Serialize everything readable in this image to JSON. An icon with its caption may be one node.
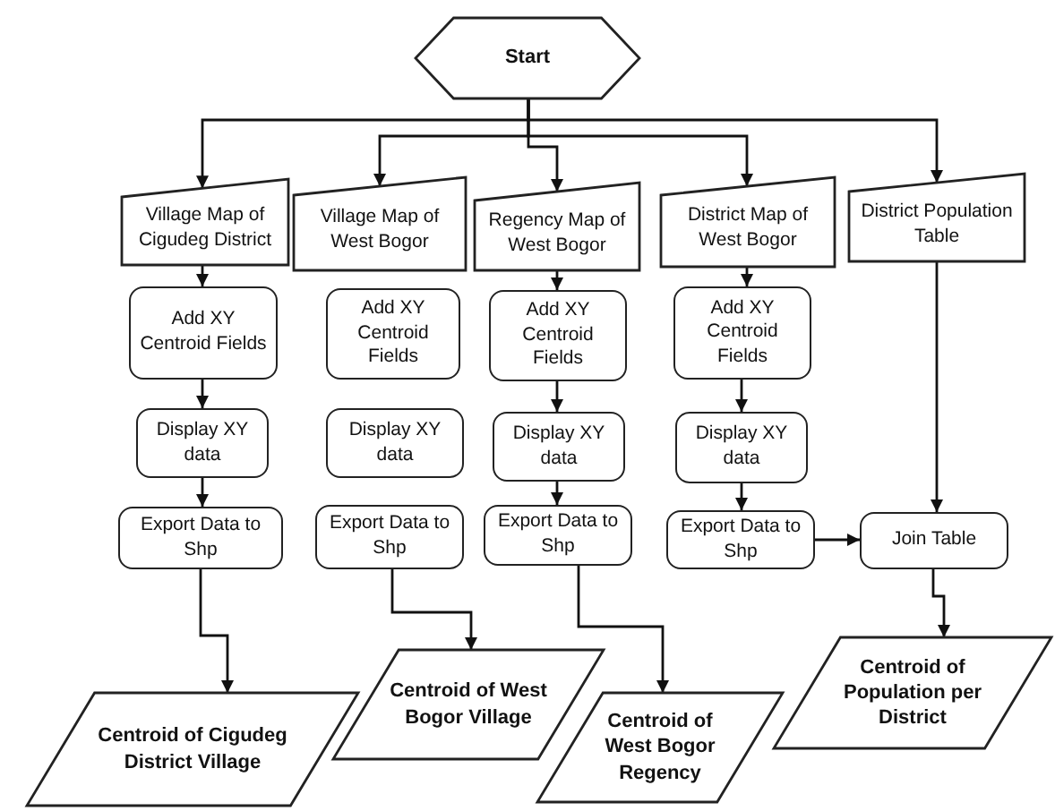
{
  "diagram": {
    "nodes": [
      {
        "text": [
          "Start"
        ]
      },
      {
        "text": [
          "Village Map of Cigudeg District"
        ]
      },
      {
        "text": [
          "Village Map of West Bogor"
        ]
      },
      {
        "text": [
          "Regency Map of West Bogor"
        ]
      },
      {
        "text": [
          "District Map of West Bogor"
        ]
      },
      {
        "text": [
          "District Population Table"
        ]
      },
      {
        "text": [
          "Add XY Centroid Fields"
        ]
      },
      {
        "text": [
          "Add XY Centroid Fields"
        ]
      },
      {
        "text": [
          "Add XY Centroid Fields"
        ]
      },
      {
        "text": [
          "Add XY Centroid Fields"
        ]
      },
      {
        "text": [
          "Display XY data"
        ]
      },
      {
        "text": [
          "Display XY data"
        ]
      },
      {
        "text": [
          "Display XY data"
        ]
      },
      {
        "text": [
          "Display XY data"
        ]
      },
      {
        "text": [
          "Export Data to Shp"
        ]
      },
      {
        "text": [
          "Export Data to Shp"
        ]
      },
      {
        "text": [
          "Export Data to Shp"
        ]
      },
      {
        "text": [
          "Export Data to Shp"
        ]
      },
      {
        "text": [
          "Join Table"
        ]
      },
      {
        "text": [
          "Centroid of Cigudeg District Village"
        ]
      },
      {
        "text": [
          "Centroid of West Bogor Village"
        ]
      },
      {
        "text": [
          "Centroid of West Bogor Regency"
        ]
      },
      {
        "text": [
          "Centroid of Population per District"
        ]
      }
    ],
    "edges": [
      {
        "from": 0,
        "to": 1,
        "arrow": "to"
      },
      {
        "from": 0,
        "to": 2,
        "arrow": "to"
      },
      {
        "from": 0,
        "to": 3,
        "arrow": "to"
      },
      {
        "from": 0,
        "to": 4,
        "arrow": "to"
      },
      {
        "from": 0,
        "to": 5,
        "arrow": "to"
      },
      {
        "from": 1,
        "to": 6,
        "arrow": "to"
      },
      {
        "from": 6,
        "to": 10,
        "arrow": "to"
      },
      {
        "from": 10,
        "to": 14,
        "arrow": "to"
      },
      {
        "from": 14,
        "to": 19,
        "arrow": "to"
      },
      {
        "from": 15,
        "to": 20,
        "arrow": "to"
      },
      {
        "from": 3,
        "to": 8,
        "arrow": "to"
      },
      {
        "from": 8,
        "to": 12,
        "arrow": "to"
      },
      {
        "from": 12,
        "to": 16,
        "arrow": "to"
      },
      {
        "from": 16,
        "to": 21,
        "arrow": "to"
      },
      {
        "from": 4,
        "to": 9,
        "arrow": "to"
      },
      {
        "from": 9,
        "to": 13,
        "arrow": "to"
      },
      {
        "from": 13,
        "to": 17,
        "arrow": "to"
      },
      {
        "from": 17,
        "to": 18,
        "arrow": "to"
      },
      {
        "from": 5,
        "to": 18,
        "arrow": "to"
      },
      {
        "from": 18,
        "to": 22,
        "arrow": "to"
      }
    ]
  }
}
